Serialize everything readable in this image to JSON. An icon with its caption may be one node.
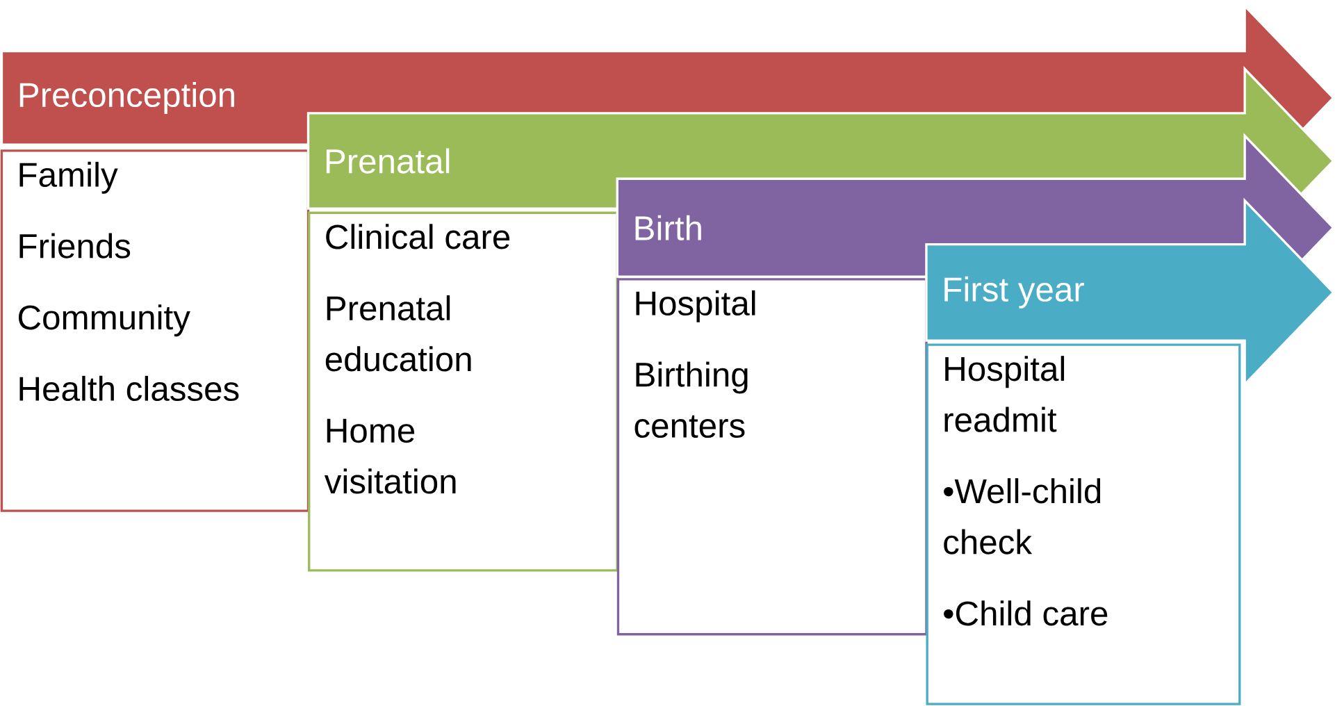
{
  "diagram": {
    "nodes": [
      {
        "text": [
          "Preconception"
        ]
      },
      {
        "text": [
          "Family",
          "Friends",
          "Community",
          "Health classes"
        ]
      },
      {
        "text": [
          "Prenatal"
        ]
      },
      {
        "text": [
          "Clinical care",
          "Prenatal education",
          "Home visitation"
        ]
      },
      {
        "text": [
          "Birth"
        ]
      },
      {
        "text": [
          "Hospital",
          "Birthing centers"
        ]
      },
      {
        "text": [
          "First year"
        ]
      },
      {
        "text": [
          "Hospital readmit",
          "•Well-child check",
          "•Child care"
        ]
      }
    ]
  }
}
